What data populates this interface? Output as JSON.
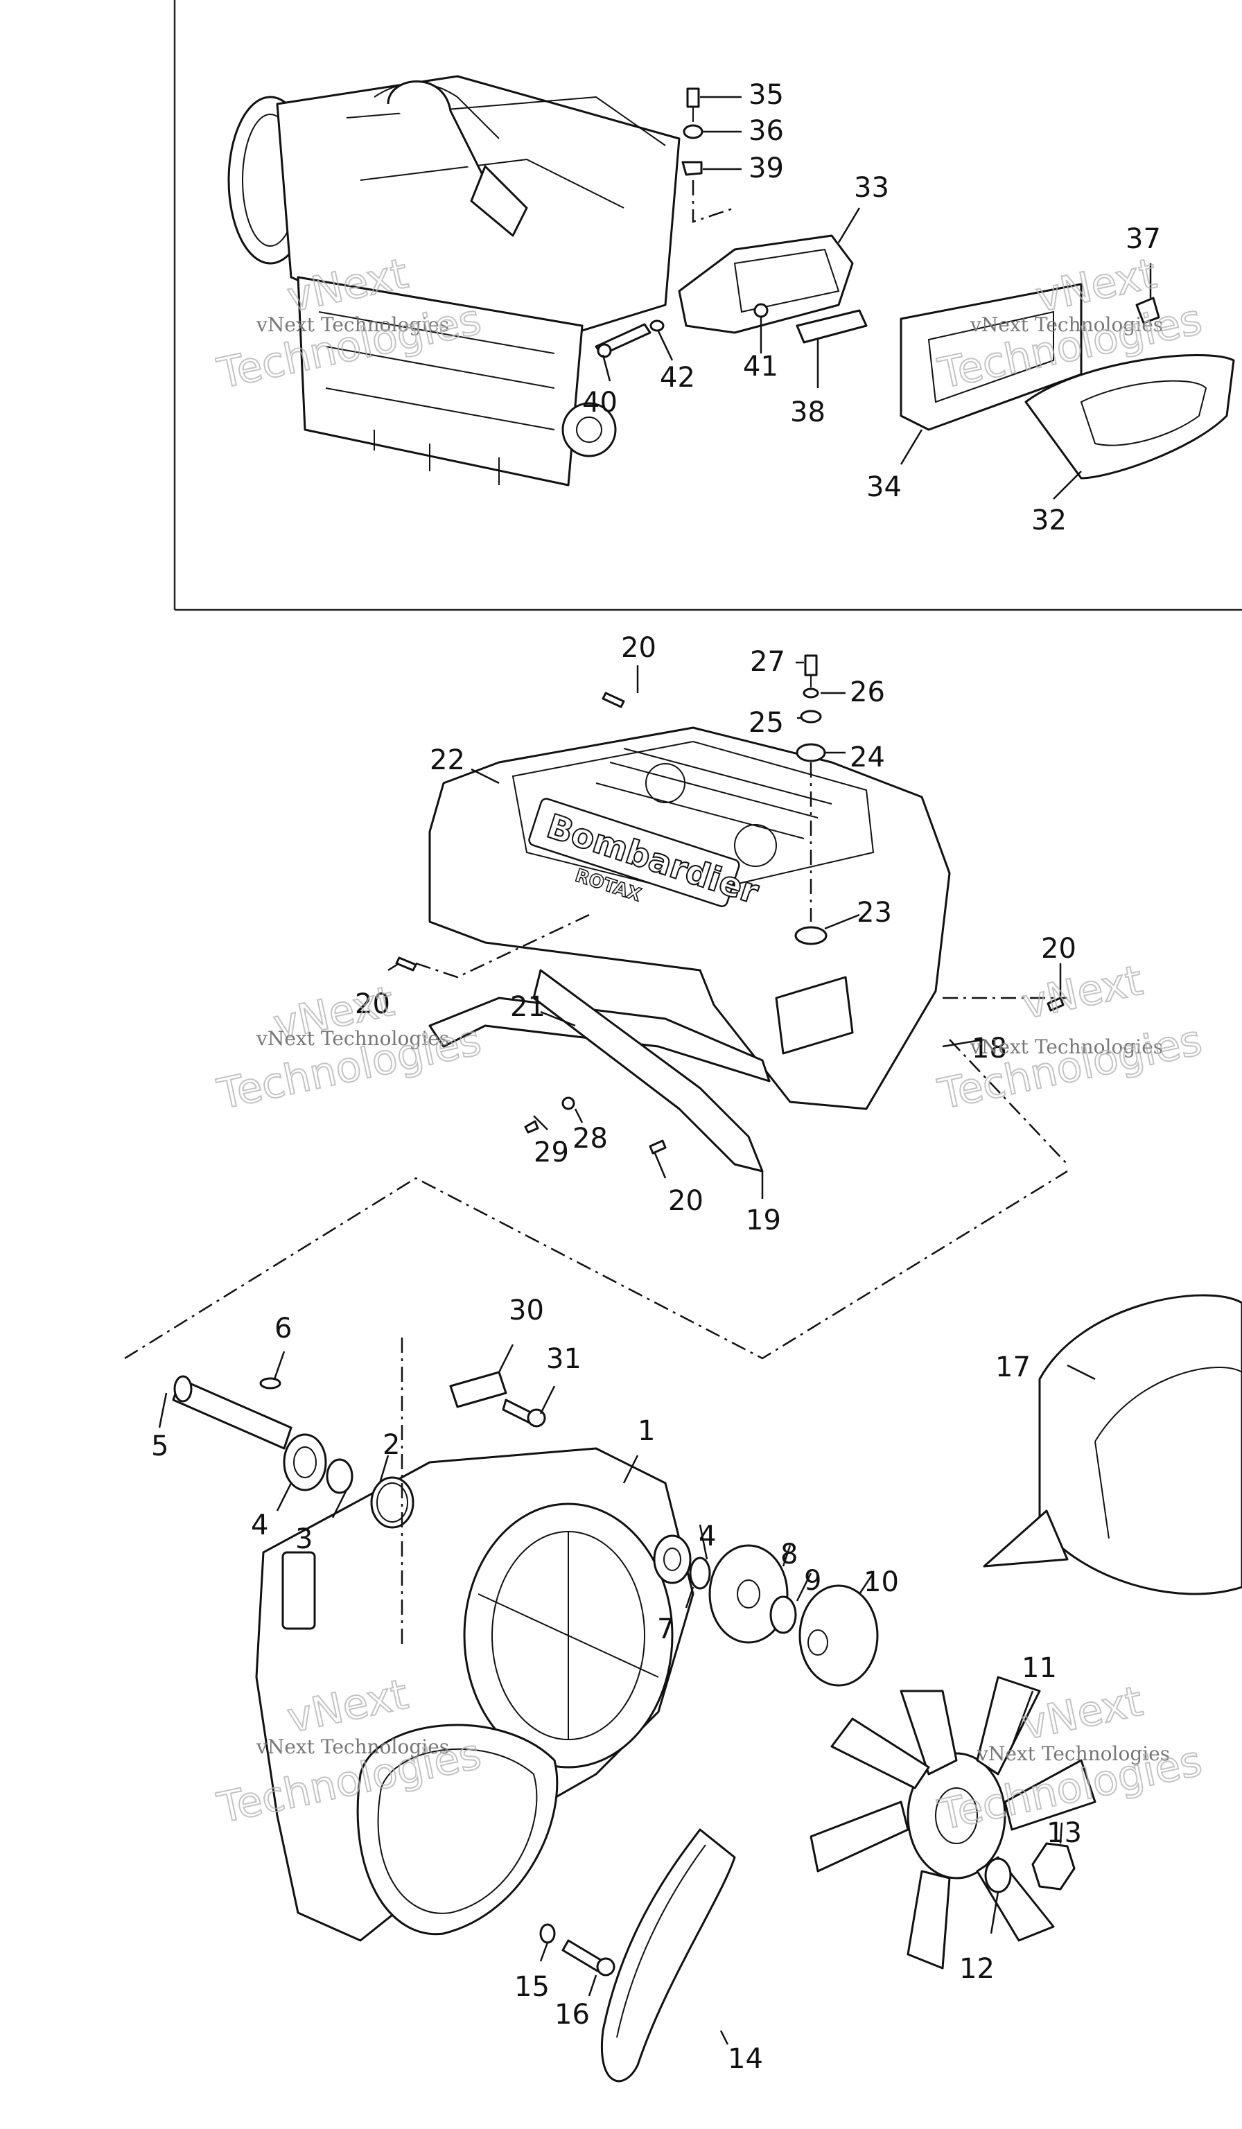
{
  "watermark": {
    "line1": "vNext",
    "line2": "vNext Technologies",
    "line3": "Technologies"
  },
  "callouts": [
    "1",
    "2",
    "3",
    "4",
    "4",
    "5",
    "6",
    "7",
    "8",
    "9",
    "10",
    "11",
    "12",
    "13",
    "14",
    "15",
    "16",
    "17",
    "18",
    "19",
    "20",
    "20",
    "20",
    "20",
    "21",
    "22",
    "23",
    "24",
    "25",
    "26",
    "27",
    "28",
    "29",
    "30",
    "31",
    "32",
    "33",
    "34",
    "35",
    "36",
    "37",
    "38",
    "39",
    "40",
    "41",
    "42"
  ],
  "brand_logo": {
    "name": "Bombardier",
    "sub": "ROTAX"
  }
}
